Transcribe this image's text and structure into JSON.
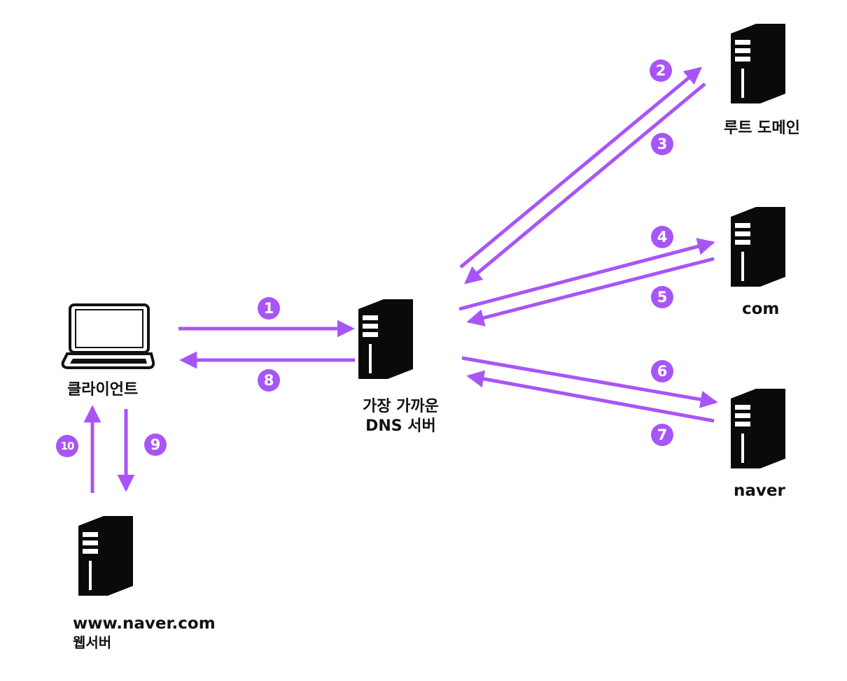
{
  "colors": {
    "arrow": "#a855f7",
    "badge": "#a855f7",
    "server": "#0a0a0a",
    "text": "#111111"
  },
  "nodes": {
    "client": {
      "label": "클라이언트",
      "icon": "laptop-icon"
    },
    "local_dns": {
      "label_line1": "가장 가까운",
      "label_line2": "DNS 서버",
      "icon": "server-icon"
    },
    "root": {
      "label": "루트 도메인",
      "icon": "server-icon"
    },
    "com": {
      "label": "com",
      "icon": "server-icon"
    },
    "naver": {
      "label": "naver",
      "icon": "server-icon"
    },
    "webserver": {
      "label_line1": "www.naver.com",
      "label_line2": "웹서버",
      "icon": "server-icon"
    }
  },
  "steps": [
    {
      "num": "1",
      "from": "client",
      "to": "local_dns"
    },
    {
      "num": "2",
      "from": "local_dns",
      "to": "root"
    },
    {
      "num": "3",
      "from": "root",
      "to": "local_dns"
    },
    {
      "num": "4",
      "from": "local_dns",
      "to": "com"
    },
    {
      "num": "5",
      "from": "com",
      "to": "local_dns"
    },
    {
      "num": "6",
      "from": "local_dns",
      "to": "naver"
    },
    {
      "num": "7",
      "from": "naver",
      "to": "local_dns"
    },
    {
      "num": "8",
      "from": "local_dns",
      "to": "client"
    },
    {
      "num": "9",
      "from": "client",
      "to": "webserver"
    },
    {
      "num": "10",
      "from": "webserver",
      "to": "client"
    }
  ]
}
